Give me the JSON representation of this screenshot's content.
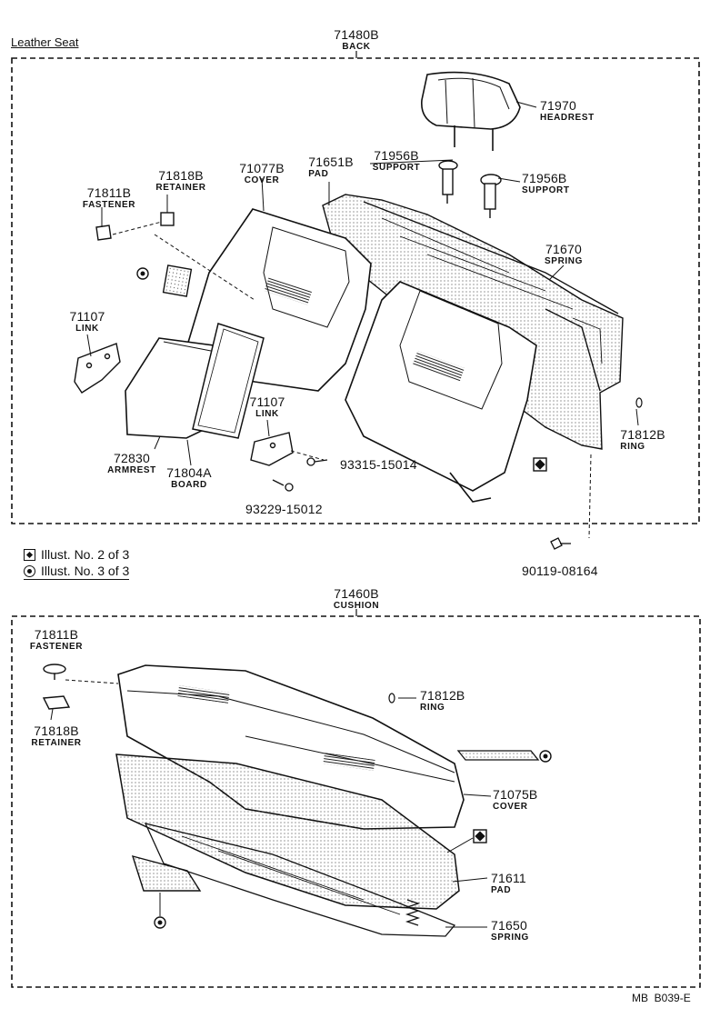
{
  "header": {
    "title": "Leather Seat"
  },
  "back_section": {
    "part_number": "71480B",
    "part_name": "BACK",
    "parts": {
      "headrest": {
        "num": "71970",
        "name": "HEADREST"
      },
      "support_left": {
        "num": "71956B",
        "name": "SUPPORT"
      },
      "support_right": {
        "num": "71956B",
        "name": "SUPPORT"
      },
      "pad": {
        "num": "71651B",
        "name": "PAD"
      },
      "cover": {
        "num": "71077B",
        "name": "COVER"
      },
      "retainer": {
        "num": "71818B",
        "name": "RETAINER"
      },
      "fastener": {
        "num": "71811B",
        "name": "FASTENER"
      },
      "spring": {
        "num": "71670",
        "name": "SPRING"
      },
      "link_left": {
        "num": "71107",
        "name": "LINK"
      },
      "link_mid": {
        "num": "71107",
        "name": "LINK"
      },
      "armrest": {
        "num": "72830",
        "name": "ARMREST"
      },
      "board": {
        "num": "71804A",
        "name": "BOARD"
      },
      "ring": {
        "num": "71812B",
        "name": "RING"
      },
      "bolt_a": {
        "num": "93315-15014"
      },
      "bolt_b": {
        "num": "93229-15012"
      },
      "bolt_c": {
        "num": "90119-08164"
      }
    }
  },
  "legend": {
    "item1": "Illust. No. 2 of 3",
    "item2": "Illust. No. 3 of 3"
  },
  "cushion_section": {
    "part_number": "71460B",
    "part_name": "CUSHION",
    "parts": {
      "fastener": {
        "num": "71811B",
        "name": "FASTENER"
      },
      "retainer": {
        "num": "71818B",
        "name": "RETAINER"
      },
      "ring": {
        "num": "71812B",
        "name": "RING"
      },
      "cover": {
        "num": "71075B",
        "name": "COVER"
      },
      "pad": {
        "num": "71611",
        "name": "PAD"
      },
      "spring": {
        "num": "71650",
        "name": "SPRING"
      }
    }
  },
  "footer": {
    "code": "MB  B039-E"
  }
}
